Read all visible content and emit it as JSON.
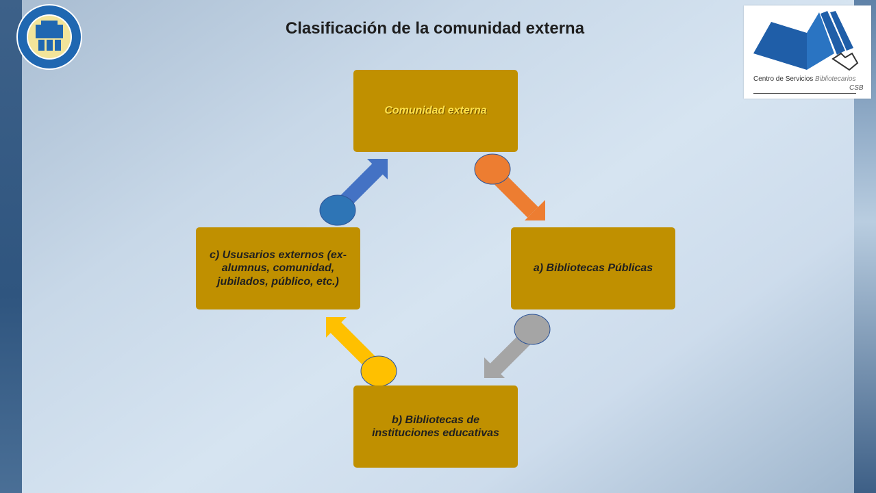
{
  "title": "Clasificación de la comunidad externa",
  "nodes": {
    "top": "Comunidad externa",
    "right": "a) Bibliotecas Públicas",
    "bottom": "b) Bibliotecas de instituciones educativas",
    "left": "c) Ususarios externos (ex-alumnus, comunidad, jubilados, público, etc.)"
  },
  "logos": {
    "left": "universidad-autonoma-de-ciudad-juarez-seal",
    "right_text_main": "Centro de Servicios ",
    "right_text_accent": "Bibliotecarios",
    "right_text_sub": "CSB"
  },
  "colors": {
    "box_fill": "#c09000",
    "arrow_top_right": "#ed7d31",
    "arrow_right_bottom": "#a5a5a5",
    "arrow_bottom_left": "#ffc000",
    "arrow_left_top": "#4472c4"
  }
}
